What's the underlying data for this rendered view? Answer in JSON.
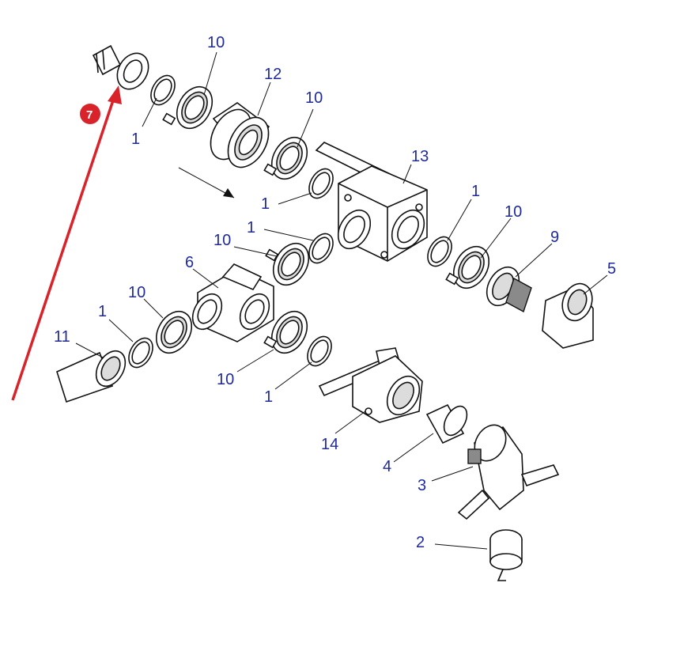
{
  "diagram": {
    "labels": [
      "10",
      "12",
      "10",
      "1",
      "13",
      "1",
      "1",
      "10",
      "9",
      "5",
      "1",
      "10",
      "6",
      "10",
      "1",
      "11",
      "10",
      "1",
      "14",
      "4",
      "3",
      "2"
    ],
    "highlight": {
      "number": "7",
      "color": "#d9232a"
    },
    "colors": {
      "label": "#1f2a9c",
      "line": "#111111"
    }
  }
}
